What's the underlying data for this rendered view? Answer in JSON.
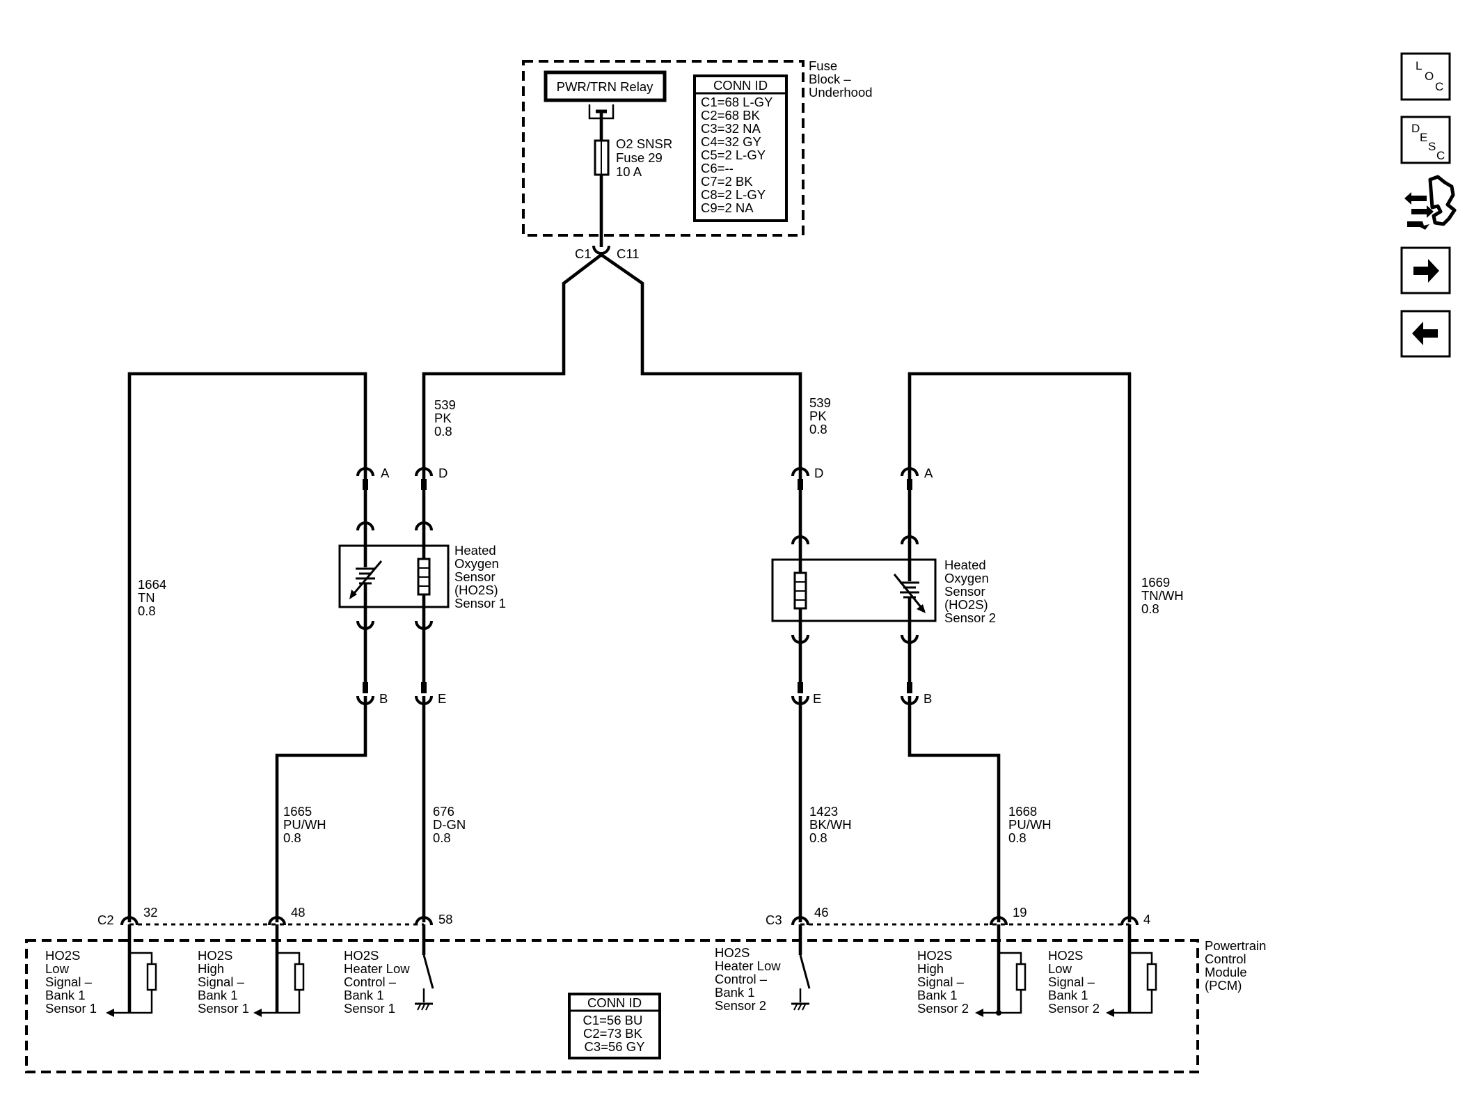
{
  "fuse_block": {
    "label": [
      "Fuse",
      "Block –",
      "Underhood"
    ],
    "relay_label": "PWR/TRN Relay",
    "fuse_label": [
      "O2 SNSR",
      "Fuse 29",
      "10 A"
    ],
    "conn_title": "CONN ID",
    "conn_items": [
      "C1=68 L-GY",
      "C2=68 BK",
      "C3=32 NA",
      "C4=32 GY",
      "C5=2 L-GY",
      "C6=--",
      "C7=2 BK",
      "C8=2 L-GY",
      "C9=2 NA"
    ],
    "conn_left": "C1",
    "conn_right": "C11"
  },
  "wires": {
    "w539_left": [
      "539",
      "PK",
      "0.8"
    ],
    "w539_right": [
      "539",
      "PK",
      "0.8"
    ],
    "w1664": [
      "1664",
      "TN",
      "0.8"
    ],
    "w1665": [
      "1665",
      "PU/WH",
      "0.8"
    ],
    "w676": [
      "676",
      "D-GN",
      "0.8"
    ],
    "w1423": [
      "1423",
      "BK/WH",
      "0.8"
    ],
    "w1668": [
      "1668",
      "PU/WH",
      "0.8"
    ],
    "w1669": [
      "1669",
      "TN/WH",
      "0.8"
    ]
  },
  "sensor1": {
    "label": [
      "Heated",
      "Oxygen",
      "Sensor",
      "(HO2S)",
      "Sensor 1"
    ],
    "pins": {
      "a": "A",
      "d": "D",
      "b": "B",
      "e": "E"
    }
  },
  "sensor2": {
    "label": [
      "Heated",
      "Oxygen",
      "Sensor",
      "(HO2S)",
      "Sensor 2"
    ],
    "pins": {
      "a": "A",
      "d": "D",
      "b": "B",
      "e": "E"
    }
  },
  "pcm": {
    "label": [
      "Powertrain",
      "Control",
      "Module",
      "(PCM)"
    ],
    "c2": "C2",
    "c3": "C3",
    "pins": {
      "p32": "32",
      "p48": "48",
      "p58": "58",
      "p46": "46",
      "p19": "19",
      "p4": "4"
    },
    "signals": {
      "s1": [
        "HO2S",
        "Low",
        "Signal –",
        "Bank 1",
        "Sensor 1"
      ],
      "s2": [
        "HO2S",
        "High",
        "Signal –",
        "Bank 1",
        "Sensor 1"
      ],
      "s3": [
        "HO2S",
        "Heater Low",
        "Control –",
        "Bank 1",
        "Sensor 1"
      ],
      "s4": [
        "HO2S",
        "Heater Low",
        "Control –",
        "Bank 1",
        "Sensor 2"
      ],
      "s5": [
        "HO2S",
        "High",
        "Signal –",
        "Bank 1",
        "Sensor 2"
      ],
      "s6": [
        "HO2S",
        "Low",
        "Signal –",
        "Bank 1",
        "Sensor 2"
      ]
    },
    "conn_title": "CONN ID",
    "conn_items": [
      "C1=56 BU",
      "C2=73 BK",
      "C3=56 GY"
    ]
  },
  "nav": {
    "loc": [
      "L",
      "O",
      "C"
    ],
    "desc": [
      "D",
      "E",
      "S",
      "C"
    ],
    "icons": [
      "connector-tool-icon",
      "arrow-right-icon",
      "arrow-left-icon"
    ]
  }
}
